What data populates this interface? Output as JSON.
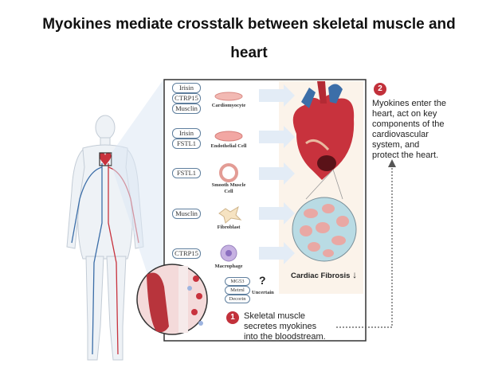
{
  "title": {
    "line1": "Myokines mediate crosstalk between skeletal muscle and",
    "line2": "heart"
  },
  "cells": [
    {
      "myokines": [
        "Irisin",
        "CTRP15",
        "Musclin"
      ],
      "label": "Cardiomyocyte"
    },
    {
      "myokines": [
        "Irisin",
        "FSTL1"
      ],
      "label": "Endothelial Cell"
    },
    {
      "myokines": [
        "FSTL1"
      ],
      "label": "Smooth Muscle Cell"
    },
    {
      "myokines": [
        "Musclin"
      ],
      "label": "Fibroblast"
    },
    {
      "myokines": [
        "CTRP15"
      ],
      "label": "Macrophage"
    }
  ],
  "uncertain": {
    "myokines": [
      "MG53",
      "Metrnl",
      "Decorin"
    ],
    "mark": "?",
    "label": "Uncertain"
  },
  "fibrosis": {
    "label": "Cardiac Fibrosis",
    "arrow": "↓"
  },
  "step1": {
    "number": "1",
    "lines": [
      "Skeletal muscle",
      "secretes myokines",
      "into the bloodstream."
    ]
  },
  "step2": {
    "number": "2",
    "lines": [
      "Myokines enter the",
      "heart, act on key",
      "components of the",
      "cardiovascular",
      "system, and",
      "protect the heart."
    ]
  },
  "colors": {
    "badge": "#c2313b",
    "pill_border": "#5f7f9e",
    "panel_bg": "#fbf3ea",
    "vessel": "#3c6ea8",
    "heart": "#c8323d"
  }
}
